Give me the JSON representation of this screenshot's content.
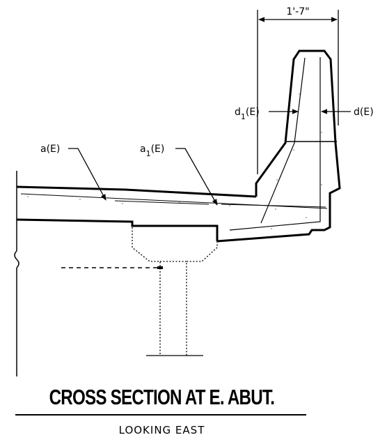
{
  "dimension": {
    "width_label": "1'-7\""
  },
  "callouts": {
    "a": {
      "base": "a",
      "suffix": "(E)"
    },
    "a1": {
      "base": "a",
      "sub": "1",
      "suffix": "(E)"
    },
    "d1": {
      "base": "d",
      "sub": "1",
      "suffix": "(E)"
    },
    "d": {
      "text": "d(E)"
    }
  },
  "title": "CROSS SECTION AT E. ABUT.",
  "subtitle": "LOOKING EAST"
}
